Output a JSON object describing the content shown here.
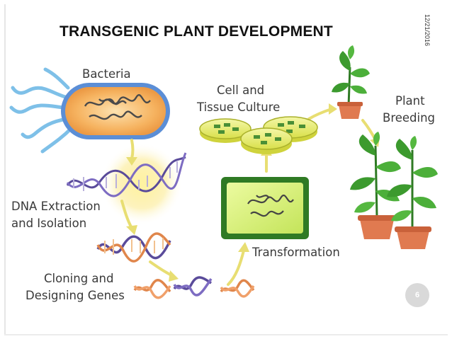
{
  "slide": {
    "title": "TRANSGENIC PLANT DEVELOPMENT",
    "date": "12/21/2016",
    "page_number": "6"
  },
  "diagram": {
    "labels": {
      "bacteria": "Bacteria",
      "dna_line1": "DNA Extraction",
      "dna_line2": "and Isolation",
      "cloning_line1": "Cloning and",
      "cloning_line2": "Designing Genes",
      "transformation": "Transformation",
      "cell_line1": "Cell and",
      "cell_line2": "Tissue Culture",
      "breeding_line1": "Plant",
      "breeding_line2": "Breeding"
    },
    "colors": {
      "arrow": "#e8de72",
      "bacteria_fill": "#f6b360",
      "bacteria_edge": "#5b8ed6",
      "dna_purple": "#5a4b9a",
      "dna_orange": "#e0864b",
      "plate_yellow": "#e6eb5e",
      "leaf_green": "#3c9a2e",
      "pot": "#e07a50",
      "box_frame": "#3a8a2c",
      "box_inner": "#d8f07a"
    }
  }
}
